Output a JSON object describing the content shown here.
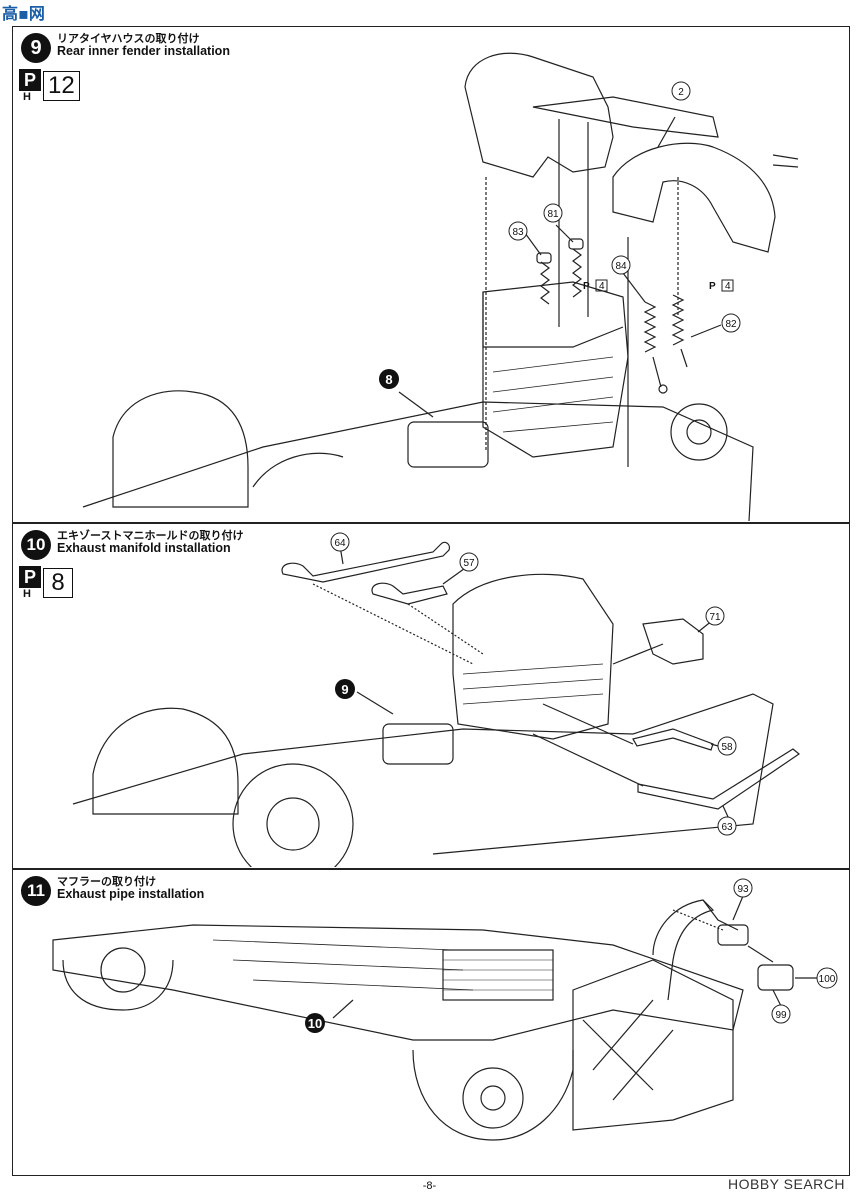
{
  "watermark": {
    "text": "高▪网"
  },
  "steps": [
    {
      "number": "9",
      "title_jp": "リアタイヤハウスの取り付け",
      "title_en": "Rear inner fender installation",
      "paint": {
        "mark": "P",
        "sub": "H",
        "number": "12"
      },
      "callouts": [
        "2",
        "81",
        "83",
        "84",
        "82"
      ],
      "paint_refs": [
        "4",
        "4"
      ],
      "ref_step": "8"
    },
    {
      "number": "10",
      "title_jp": "エキゾーストマニホールドの取り付け",
      "title_en": "Exhaust manifold installation",
      "paint": {
        "mark": "P",
        "sub": "H",
        "number": "8"
      },
      "callouts": [
        "64",
        "57",
        "71",
        "58",
        "63"
      ],
      "ref_step": "9"
    },
    {
      "number": "11",
      "title_jp": "マフラーの取り付け",
      "title_en": "Exhaust pipe installation",
      "callouts": [
        "93",
        "100",
        "99"
      ],
      "ref_step": "10"
    }
  ],
  "footer": {
    "page_number": "-8-",
    "source": "HOBBY SEARCH"
  }
}
